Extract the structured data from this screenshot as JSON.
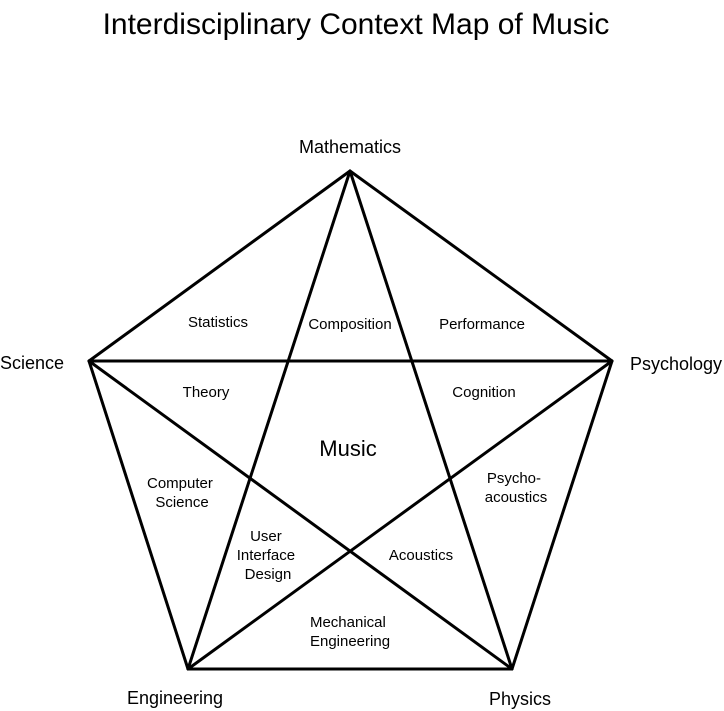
{
  "title": "Interdisciplinary Context Map of Music",
  "center_label": "Music",
  "colors": {
    "line": "#000000",
    "text": "#000000",
    "background": "#ffffff"
  },
  "vertices": {
    "top": "Mathematics",
    "left": "Science",
    "right": "Psychology",
    "bottom_left": "Engineering",
    "bottom_right": "Physics"
  },
  "regions": {
    "statistics": [
      "Statistics"
    ],
    "composition": [
      "Composition"
    ],
    "performance": [
      "Performance"
    ],
    "theory": [
      "Theory"
    ],
    "cognition": [
      "Cognition"
    ],
    "computer_science": [
      "Computer",
      "Science"
    ],
    "psychoacoustics": [
      "Psycho-",
      "acoustics"
    ],
    "ui_design": [
      "User",
      "Interface",
      "Design"
    ],
    "acoustics": [
      "Acoustics"
    ],
    "mechanical_engineering": [
      "Mechanical",
      "Engineering"
    ]
  }
}
